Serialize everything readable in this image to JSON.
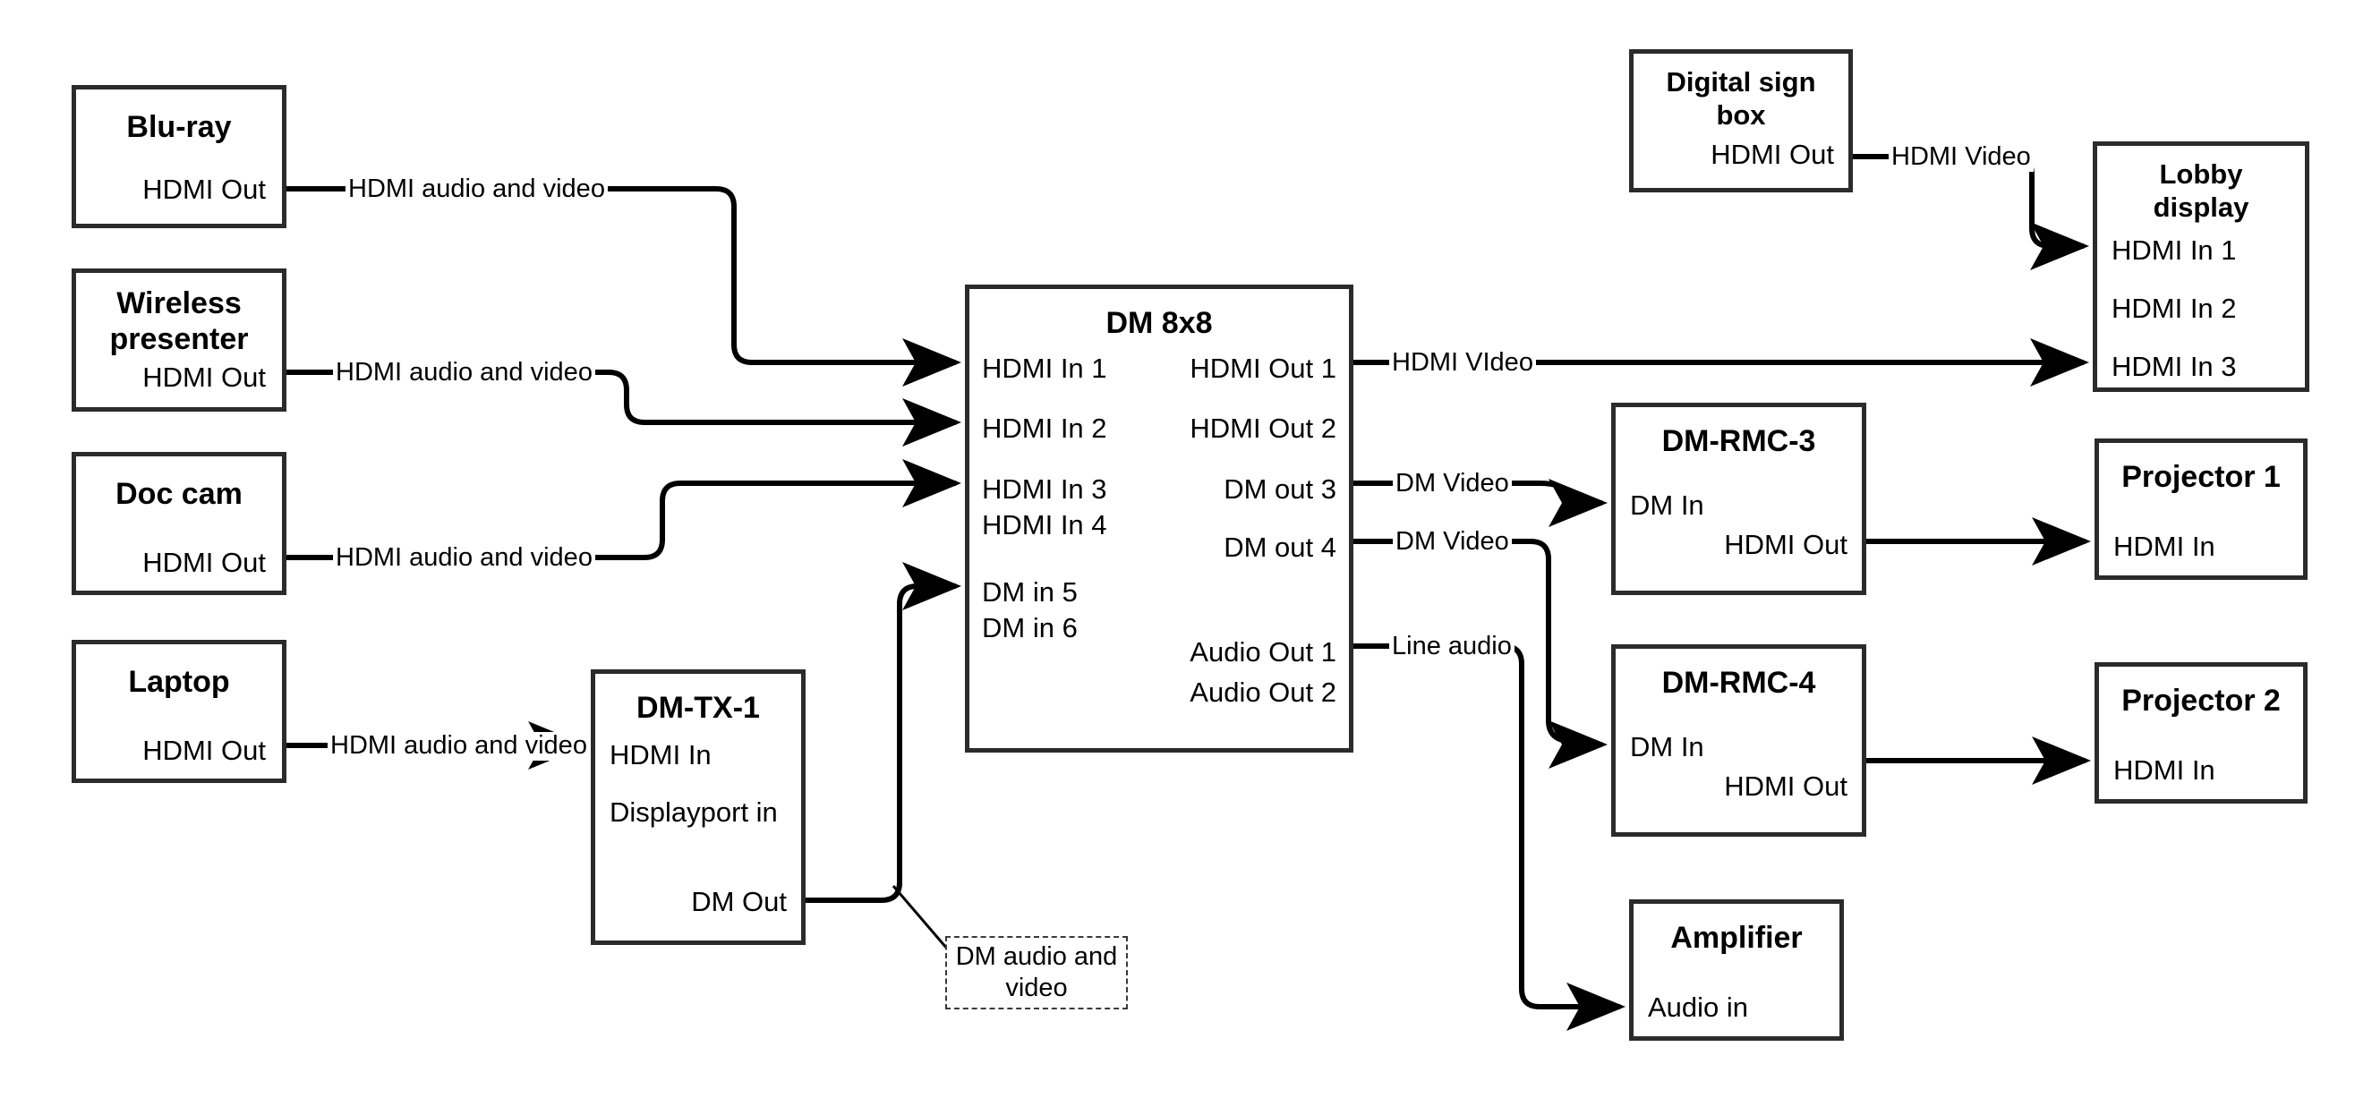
{
  "diagram": {
    "title": "AV signal flow diagram",
    "stroke_color": "#2b2b2b",
    "background": "#ffffff",
    "text_color": "#000000"
  },
  "nodes": {
    "bluray": {
      "title": "Blu-ray",
      "ports_right": [
        "HDMI Out"
      ]
    },
    "wireless": {
      "title": "Wireless\npresenter",
      "ports_right": [
        "HDMI Out"
      ]
    },
    "doccam": {
      "title": "Doc cam",
      "ports_right": [
        "HDMI Out"
      ]
    },
    "laptop": {
      "title": "Laptop",
      "ports_right": [
        "HDMI Out"
      ]
    },
    "dmtx1": {
      "title": "DM-TX-1",
      "ports_left": [
        "HDMI In",
        "Displayport in"
      ],
      "ports_right": [
        "DM Out"
      ]
    },
    "dm8x8": {
      "title": "DM 8x8",
      "ports_left": [
        "HDMI In 1",
        "HDMI In 2",
        "HDMI In 3",
        "HDMI In 4",
        "DM in 5",
        "DM in 6"
      ],
      "ports_right": [
        "HDMI Out 1",
        "HDMI Out 2",
        "DM out 3",
        "DM out 4",
        "Audio Out 1",
        "Audio Out 2"
      ]
    },
    "digitalsign": {
      "title": "Digital sign\nbox",
      "ports_right": [
        "HDMI Out"
      ]
    },
    "lobby": {
      "title": "Lobby\ndisplay",
      "ports_left": [
        "HDMI In 1",
        "HDMI In 2",
        "HDMI In 3"
      ]
    },
    "dmrmc3": {
      "title": "DM-RMC-3",
      "ports_left": [
        "DM In"
      ],
      "ports_right": [
        "HDMI Out"
      ]
    },
    "dmrmc4": {
      "title": "DM-RMC-4",
      "ports_left": [
        "DM In"
      ],
      "ports_right": [
        "HDMI Out"
      ]
    },
    "amplifier": {
      "title": "Amplifier",
      "ports_left": [
        "Audio in"
      ]
    },
    "projector1": {
      "title": "Projector 1",
      "ports_left": [
        "HDMI In"
      ]
    },
    "projector2": {
      "title": "Projector 2",
      "ports_left": [
        "HDMI In"
      ]
    }
  },
  "edge_labels": {
    "bluray_to_in1": "HDMI audio and video",
    "wireless_to_in2": "HDMI audio and video",
    "doccam_to_in3": "HDMI audio and video",
    "laptop_to_tx": "HDMI audio and video",
    "sign_to_lobby": "HDMI Video",
    "hdmiout1_to_lobby": "HDMI VIdeo",
    "dmout3_to_rmc3": "DM Video",
    "dmout4_to_rmc4": "DM Video",
    "audioout1_to_amp": "Line audio"
  },
  "callout": {
    "dm_audio_video": "DM audio and video"
  }
}
